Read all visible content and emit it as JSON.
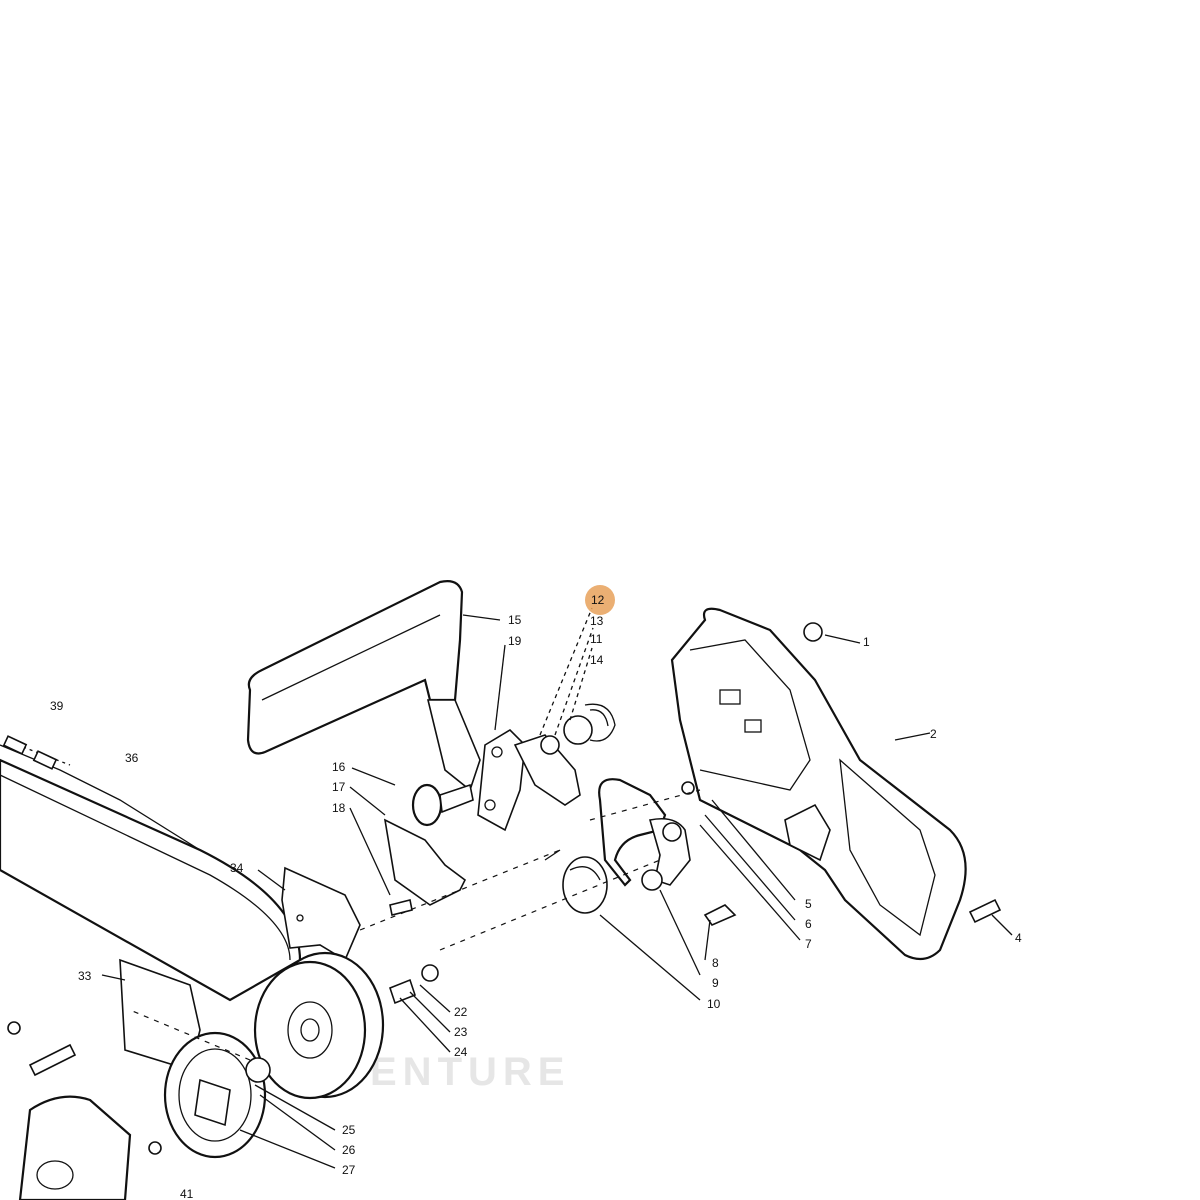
{
  "diagram": {
    "watermark": "ENTURE",
    "highlight_color": "#e8a15a",
    "highlighted_label": "12",
    "labels": [
      {
        "id": "1",
        "text": "1"
      },
      {
        "id": "2",
        "text": "2"
      },
      {
        "id": "4",
        "text": "4"
      },
      {
        "id": "5",
        "text": "5"
      },
      {
        "id": "6",
        "text": "6"
      },
      {
        "id": "7",
        "text": "7"
      },
      {
        "id": "8",
        "text": "8"
      },
      {
        "id": "9",
        "text": "9"
      },
      {
        "id": "10",
        "text": "10"
      },
      {
        "id": "11",
        "text": "11"
      },
      {
        "id": "12",
        "text": "12"
      },
      {
        "id": "13",
        "text": "13"
      },
      {
        "id": "14",
        "text": "14"
      },
      {
        "id": "15",
        "text": "15"
      },
      {
        "id": "16",
        "text": "16"
      },
      {
        "id": "17",
        "text": "17"
      },
      {
        "id": "18",
        "text": "18"
      },
      {
        "id": "19",
        "text": "19"
      },
      {
        "id": "22",
        "text": "22"
      },
      {
        "id": "23",
        "text": "23"
      },
      {
        "id": "24",
        "text": "24"
      },
      {
        "id": "25",
        "text": "25"
      },
      {
        "id": "26",
        "text": "26"
      },
      {
        "id": "27",
        "text": "27"
      },
      {
        "id": "33",
        "text": "33"
      },
      {
        "id": "34",
        "text": "34"
      },
      {
        "id": "36",
        "text": "36"
      },
      {
        "id": "39",
        "text": "39"
      },
      {
        "id": "41",
        "text": "41"
      }
    ]
  }
}
